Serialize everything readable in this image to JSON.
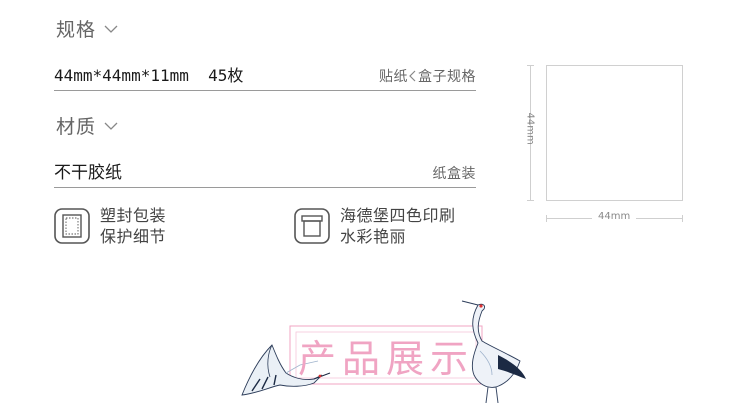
{
  "spec": {
    "title": "规格",
    "size_text": "44mm*44mm*11mm  45枚",
    "side_text": "贴纸",
    "side_text2": "盒子规格"
  },
  "material": {
    "title": "材质",
    "main_text": "不干胶纸",
    "side_text": "纸盒装"
  },
  "features": [
    {
      "line1": "塑封包装",
      "line2": "保护细节",
      "icon": "sealed-package-icon"
    },
    {
      "line1": "海德堡四色印刷",
      "line2": "水彩艳丽",
      "icon": "box-lid-icon"
    }
  ],
  "dimensions": {
    "height_label": "44mm",
    "width_label": "44mm"
  },
  "showcase": {
    "title": "产品展示"
  },
  "colors": {
    "accent_pink": "#f0a4c3",
    "line_gray": "#9a9a9a",
    "text_gray": "#666666"
  }
}
